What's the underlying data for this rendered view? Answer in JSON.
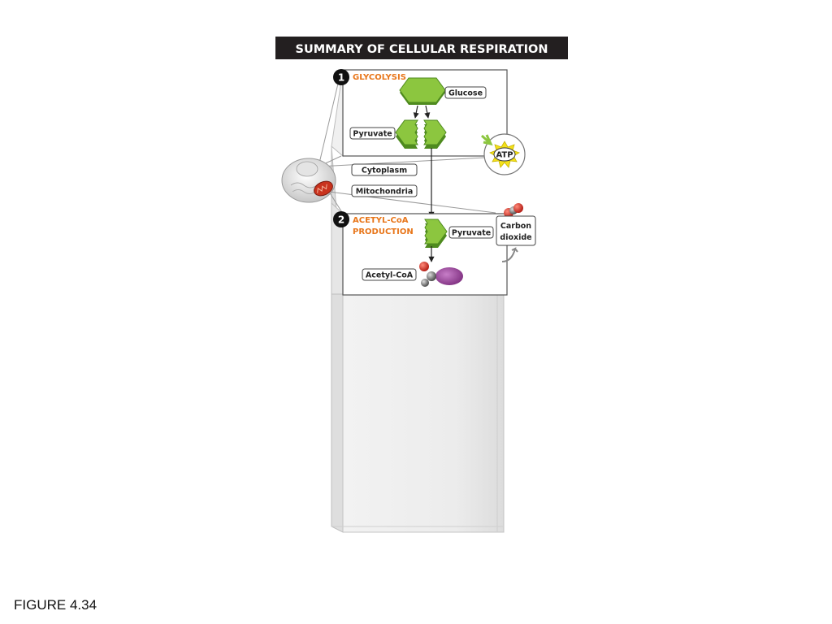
{
  "title": "SUMMARY OF CELLULAR RESPIRATION",
  "caption": "FIGURE 4.34",
  "stages": [
    {
      "number": "1",
      "title": "GLYCOLYSIS"
    },
    {
      "number": "2",
      "title_lines": [
        "ACETYL-CoA",
        "PRODUCTION"
      ]
    }
  ],
  "labels": {
    "glucose": "Glucose",
    "pyruvate_1": "Pyruvate",
    "atp": "ATP",
    "cytoplasm": "Cytoplasm",
    "mitochondria": "Mitochondria",
    "pyruvate_2": "Pyruvate",
    "carbon_dioxide_lines": [
      "Carbon",
      "dioxide"
    ],
    "acetyl_coa": "Acetyl-CoA"
  },
  "colors": {
    "title_bar": "#231f20",
    "stage_text": "#e8761a",
    "molecule_green": "#8cc63f",
    "molecule_green_dark": "#4e8a1e",
    "atp_yellow": "#f4e11a",
    "oxygen_red": "#d7261e",
    "carbon_gray": "#555555",
    "coenzyme_purple": "#8e3a8f",
    "panel_gray": "#e9e9e9"
  },
  "icons": [
    "cell-icon",
    "mitochondrion-icon",
    "atp-starburst-icon",
    "carbon-dioxide-molecule-icon",
    "acetyl-coa-molecule-icon",
    "curved-arrow-icon"
  ]
}
